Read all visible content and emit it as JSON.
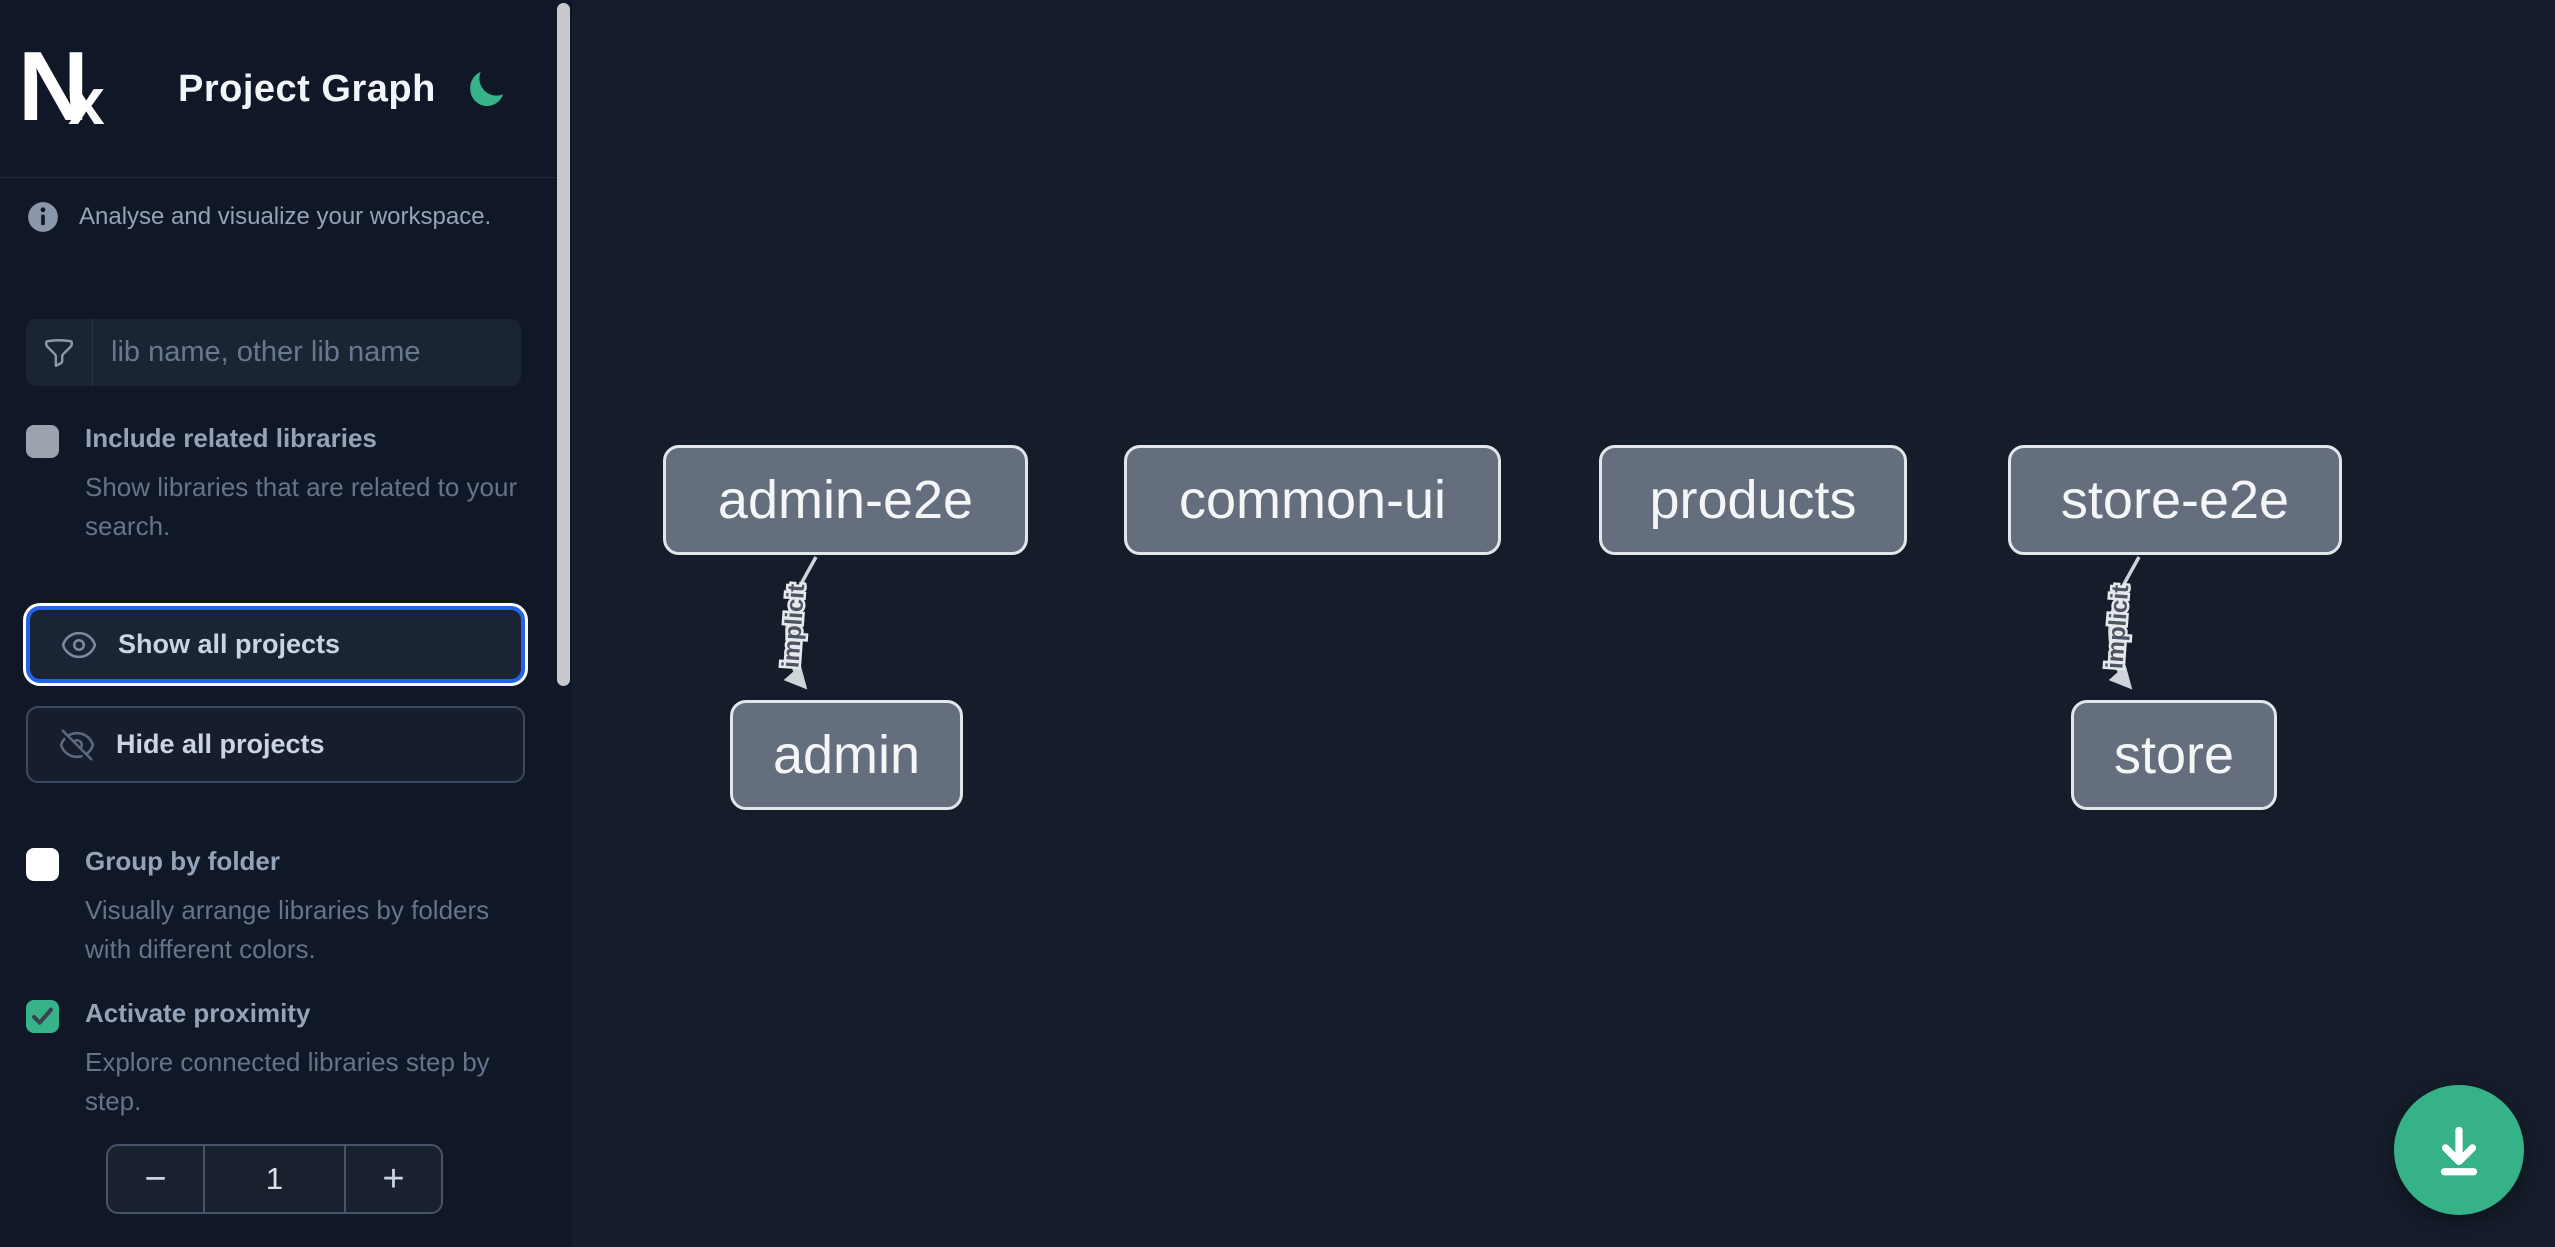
{
  "colors": {
    "accent_green": "#36b389",
    "focus_blue": "#2563eb",
    "node_fill": "#656e7c",
    "edge_gray": "#cfd4da",
    "sidebar_bg": "#101726",
    "canvas_bg": "#151d2b"
  },
  "header": {
    "logo_n": "N",
    "logo_x": "x",
    "title": "Project Graph"
  },
  "sidebar": {
    "info_text": "Analyse and visualize your workspace.",
    "search": {
      "placeholder": "lib name, other lib name"
    },
    "options": [
      {
        "label": "Include related libraries",
        "description": "Show libraries that are related to your search.",
        "checked": false
      },
      {
        "label": "Group by folder",
        "description": "Visually arrange libraries by folders with different colors.",
        "checked": false
      },
      {
        "label": "Activate proximity",
        "description": "Explore connected libraries step by step.",
        "checked": true
      }
    ],
    "buttons": [
      {
        "label": "Show all projects"
      },
      {
        "label": "Hide all projects"
      }
    ],
    "stepper": {
      "decrement": "−",
      "value": "1",
      "increment": "+"
    }
  },
  "graph": {
    "nodes": [
      {
        "label": "admin-e2e"
      },
      {
        "label": "common-ui"
      },
      {
        "label": "products"
      },
      {
        "label": "store-e2e"
      },
      {
        "label": "admin"
      },
      {
        "label": "store"
      }
    ],
    "edges": [
      {
        "from": "admin-e2e",
        "to": "admin",
        "label": "implicit"
      },
      {
        "from": "store-e2e",
        "to": "store",
        "label": "implicit"
      }
    ]
  }
}
